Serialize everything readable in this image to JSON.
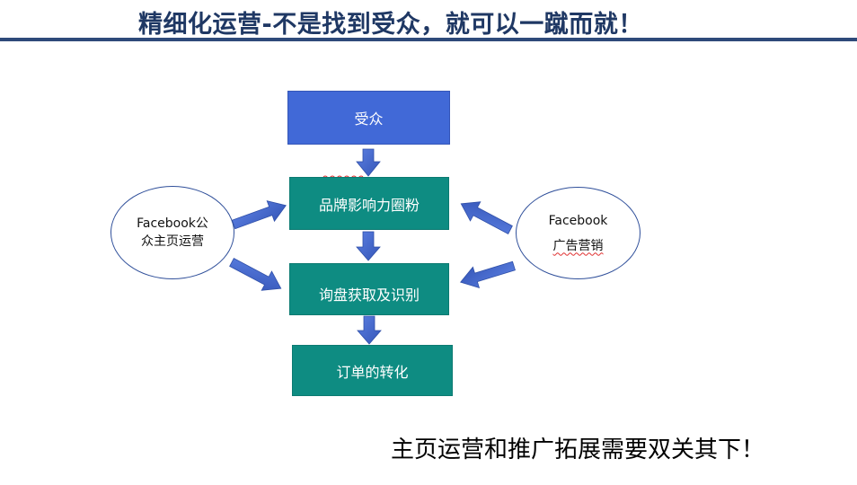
{
  "title": "精细化运营-不是找到受众，就可以一蹴而就！",
  "nodes": {
    "audience": "受众",
    "brand": "品牌影响力圈粉",
    "inquiry": "询盘获取及识别",
    "conversion": "订单的转化"
  },
  "left_ellipse": {
    "line1": "Facebook公",
    "line2": "众主页运营"
  },
  "right_ellipse": {
    "line1": "Facebook",
    "line2": "广告营销"
  },
  "footer": "主页运营和推广拓展需要双关其下！",
  "colors": {
    "title": "#1f3864",
    "blue_box": "#4169d7",
    "teal_box": "#0e8c82",
    "arrow": "#3f62c9"
  }
}
